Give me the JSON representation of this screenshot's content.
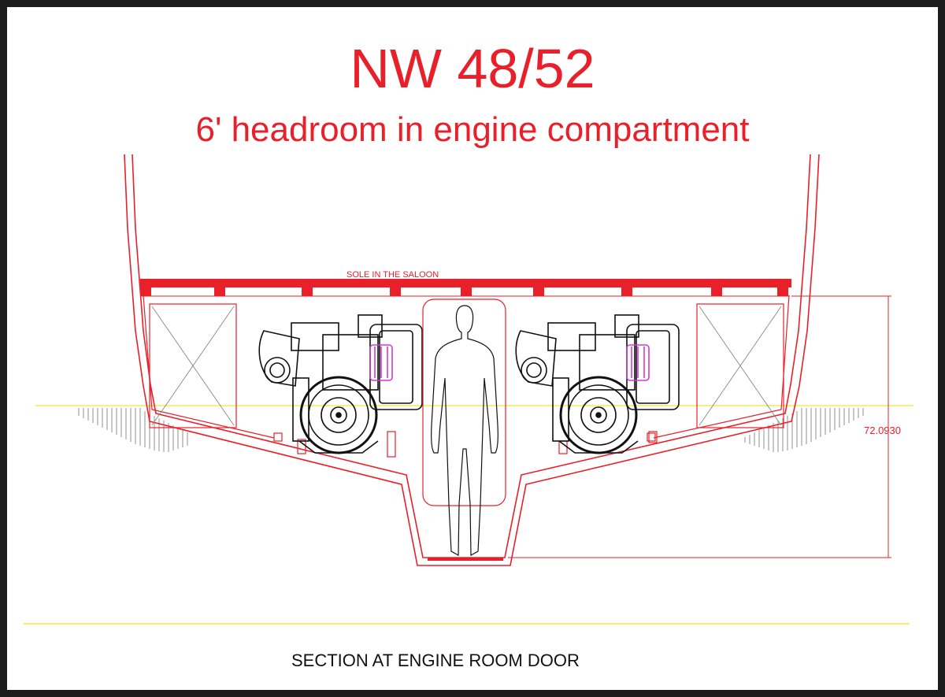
{
  "title": "NW 48/52",
  "subtitle": "6' headroom in engine compartment",
  "labels": {
    "sole": "SOLE IN THE SALOON",
    "dimension": "72.0930"
  },
  "caption": "SECTION AT ENGINE ROOM DOOR",
  "colors": {
    "hull_line": "#e8202a",
    "waterline": "#e6e600",
    "engine_outline": "#111111",
    "engine_accent": "#d23ad2",
    "frame": "#1b1b1b"
  }
}
